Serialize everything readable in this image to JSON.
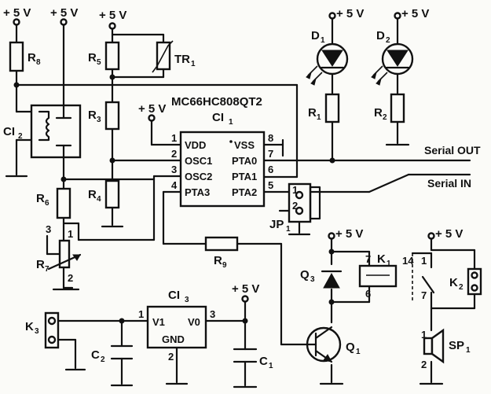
{
  "supply": "+ 5 V",
  "ic1": {
    "part": "MC66HC808QT2",
    "ref": "CI",
    "ref_sub": "1",
    "pins_left": [
      {
        "num": "1",
        "name": "VDD"
      },
      {
        "num": "2",
        "name": "OSC1"
      },
      {
        "num": "3",
        "name": "OSC2"
      },
      {
        "num": "4",
        "name": "PTA3"
      }
    ],
    "pins_right": [
      {
        "num": "8",
        "name": "VSS"
      },
      {
        "num": "7",
        "name": "PTA0"
      },
      {
        "num": "6",
        "name": "PTA1"
      },
      {
        "num": "5",
        "name": "PTA2"
      }
    ]
  },
  "ic2": {
    "ref": "CI",
    "ref_sub": "2"
  },
  "ic3": {
    "ref": "CI",
    "ref_sub": "3",
    "pin_in": "V1",
    "pin_out": "V0",
    "pin_gnd": "GND",
    "num_in": "1",
    "num_out": "3",
    "num_gnd": "2"
  },
  "components": {
    "r8": {
      "ref": "R",
      "sub": "8"
    },
    "r5": {
      "ref": "R",
      "sub": "5"
    },
    "tr1": {
      "ref": "TR",
      "sub": "1"
    },
    "r3": {
      "ref": "R",
      "sub": "3"
    },
    "r4": {
      "ref": "R",
      "sub": "4"
    },
    "r6": {
      "ref": "R",
      "sub": "6"
    },
    "r7": {
      "ref": "R",
      "sub": "7",
      "pin1": "1",
      "pin2": "2",
      "pin3": "3"
    },
    "r9": {
      "ref": "R",
      "sub": "9"
    },
    "r1": {
      "ref": "R",
      "sub": "1"
    },
    "r2": {
      "ref": "R",
      "sub": "2"
    },
    "d1": {
      "ref": "D",
      "sub": "1"
    },
    "d2": {
      "ref": "D",
      "sub": "2"
    },
    "jp1": {
      "ref": "JP",
      "sub": "1",
      "pin1": "1",
      "pin2": "2"
    },
    "q1": {
      "ref": "Q",
      "sub": "1"
    },
    "q3": {
      "ref": "Q",
      "sub": "3"
    },
    "k1": {
      "ref": "K",
      "sub": "1",
      "pin7": "7",
      "pin6": "6"
    },
    "k2": {
      "ref": "K",
      "sub": "2"
    },
    "k3": {
      "ref": "K",
      "sub": "3"
    },
    "sp1": {
      "ref": "SP",
      "sub": "1",
      "pin1": "1",
      "pin2": "2"
    },
    "c1": {
      "ref": "C",
      "sub": "1"
    },
    "c2": {
      "ref": "C",
      "sub": "2"
    },
    "relay_contact": {
      "pin14": "14",
      "pin1": "1",
      "pin7": "7"
    }
  },
  "signals": {
    "serial_out": "Serial OUT",
    "serial_in": "Serial IN"
  }
}
